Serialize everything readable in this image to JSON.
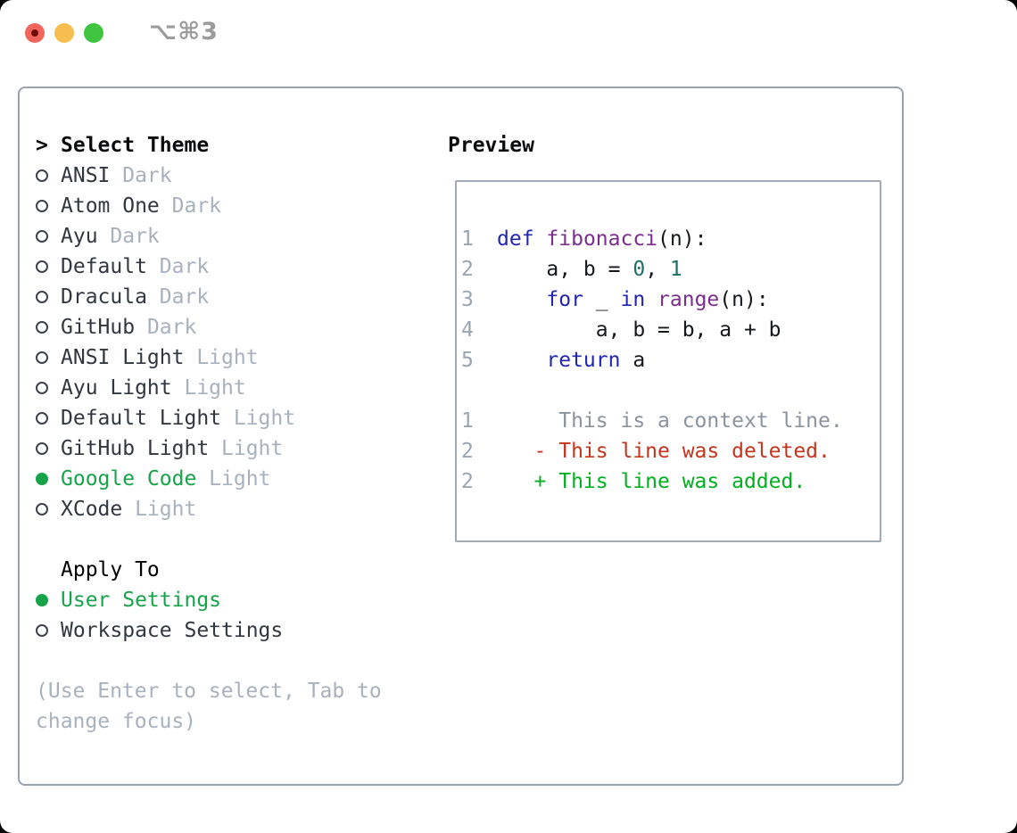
{
  "window": {
    "shortcut_label": "⌥⌘3",
    "traffic_lights": [
      {
        "name": "close",
        "color": "#f2655c"
      },
      {
        "name": "minimize",
        "color": "#f5be4e"
      },
      {
        "name": "zoom",
        "color": "#3ec43e"
      }
    ]
  },
  "theme_panel": {
    "selector_prefix": ">",
    "title": "Select Theme",
    "accent_green": "#16a34a",
    "themes": [
      {
        "name": "ANSI",
        "variant": "Dark",
        "selected": false
      },
      {
        "name": "Atom One",
        "variant": "Dark",
        "selected": false
      },
      {
        "name": "Ayu",
        "variant": "Dark",
        "selected": false
      },
      {
        "name": "Default",
        "variant": "Dark",
        "selected": false
      },
      {
        "name": "Dracula",
        "variant": "Dark",
        "selected": false
      },
      {
        "name": "GitHub",
        "variant": "Dark",
        "selected": false
      },
      {
        "name": "ANSI Light",
        "variant": "Light",
        "selected": false
      },
      {
        "name": "Ayu Light",
        "variant": "Light",
        "selected": false
      },
      {
        "name": "Default Light",
        "variant": "Light",
        "selected": false
      },
      {
        "name": "GitHub Light",
        "variant": "Light",
        "selected": false
      },
      {
        "name": "Google Code",
        "variant": "Light",
        "selected": true
      },
      {
        "name": "XCode",
        "variant": "Light",
        "selected": false
      }
    ],
    "apply_to": {
      "title": "Apply To",
      "options": [
        {
          "label": "User Settings",
          "selected": true
        },
        {
          "label": "Workspace Settings",
          "selected": false
        }
      ]
    },
    "help_lines": [
      "(Use Enter to select, Tab to",
      "change focus)"
    ]
  },
  "preview": {
    "title": "Preview",
    "colors": {
      "keyword": "#2025b4",
      "type": "#7c2d8e",
      "literal": "#1e6f68",
      "plain": "#14171c",
      "context": "#8b939d",
      "deleted": "#c5341c",
      "added": "#00b01f",
      "line_number": "#9aa5b4"
    },
    "code_lines": [
      {
        "num": "1",
        "segments": [
          {
            "text": "def",
            "role": "keyword"
          },
          {
            "text": " ",
            "role": "plain"
          },
          {
            "text": "fibonacci",
            "role": "type"
          },
          {
            "text": "(n):",
            "role": "plain"
          }
        ]
      },
      {
        "num": "2",
        "segments": [
          {
            "text": "    a, b = ",
            "role": "plain"
          },
          {
            "text": "0",
            "role": "literal"
          },
          {
            "text": ", ",
            "role": "plain"
          },
          {
            "text": "1",
            "role": "literal"
          }
        ]
      },
      {
        "num": "3",
        "segments": [
          {
            "text": "    ",
            "role": "plain"
          },
          {
            "text": "for",
            "role": "keyword"
          },
          {
            "text": " _ ",
            "role": "plain"
          },
          {
            "text": "in",
            "role": "keyword"
          },
          {
            "text": " ",
            "role": "plain"
          },
          {
            "text": "range",
            "role": "type"
          },
          {
            "text": "(n):",
            "role": "plain"
          }
        ]
      },
      {
        "num": "4",
        "segments": [
          {
            "text": "        a, b = b, a + b",
            "role": "plain"
          }
        ]
      },
      {
        "num": "5",
        "segments": [
          {
            "text": "    ",
            "role": "plain"
          },
          {
            "text": "return",
            "role": "keyword"
          },
          {
            "text": " a",
            "role": "plain"
          }
        ]
      },
      {
        "num": "",
        "segments": []
      },
      {
        "num": "1",
        "segments": [
          {
            "text": "     This is a context line.",
            "role": "context"
          }
        ]
      },
      {
        "num": "2",
        "segments": [
          {
            "text": "   - This line was deleted.",
            "role": "deleted"
          }
        ]
      },
      {
        "num": "2",
        "segments": [
          {
            "text": "   + This line was added.",
            "role": "added"
          }
        ]
      }
    ]
  }
}
